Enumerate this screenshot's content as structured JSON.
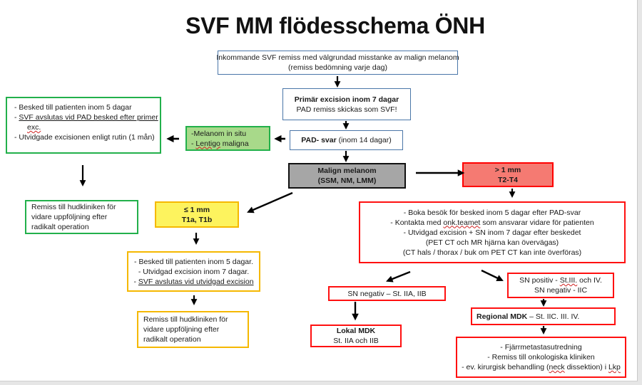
{
  "title": "SVF MM flödesschema ÖNH",
  "boxes": {
    "incoming": {
      "line1": "Inkommande SVF remiss med välgrundad misstanke av malign melanom",
      "line2": "(remiss bedömning varje dag)"
    },
    "primary_excision": {
      "line1": "Primär excision inom 7 dagar",
      "line2": "PAD remiss skickas som SVF!"
    },
    "pad_answer": {
      "bold": "PAD- svar",
      "rest": " (inom 14 dagar)"
    },
    "insitu": {
      "line1": "-Melanom in situ",
      "line2_prefix": "- ",
      "line2_squiggle": "Lentigo",
      "line2_rest": " maligna"
    },
    "insitu_actions": {
      "item1": "-   Besked till patienten inom 5 dagar",
      "item2_prefix": "-   ",
      "item2_underlined": "SVF avslutas vid PAD besked efter primer",
      "item2_cont": "exc.",
      "item3": "-  Utvidgade excisionen enligt rutin (1 mån)"
    },
    "insitu_referral": {
      "line1": "Remiss till hudkliniken för",
      "line2": "vidare uppföljning efter",
      "line3": "radikalt operation"
    },
    "malignant": {
      "line1": "Malign melanom",
      "line2": "(SSM, NM, LMM)"
    },
    "thin": {
      "line1": "≤ 1 mm",
      "line2": "T1a, T1b"
    },
    "thin_actions": {
      "item1": "- Besked till patienten inom 5 dagar.",
      "item2": "- Utvidgad excision inom 7 dagar.",
      "item3_prefix": "- ",
      "item3_underlined": "SVF avslutas vid utvidgad excision"
    },
    "thin_referral": {
      "line1": "Remiss till hudkliniken för",
      "line2": "vidare uppföljning efter",
      "line3": "radikalt operation"
    },
    "thick": {
      "line1": "> 1 mm",
      "line2": "T2-T4"
    },
    "thick_actions": {
      "item1": "-   Boka besök för besked inom 5 dagar efter PAD-svar",
      "item2_prefix": "-   Kontakta med ",
      "item2_squiggle": "onk.teamet",
      "item2_rest": " som ansvarar vidare för patienten",
      "item3": "-   Utvidgad excision + SN inom 7 dagar efter beskedet",
      "item4": "(PET CT och MR hjärna kan övervägas)",
      "item5": "(CT hals / thorax / buk om PET CT kan inte överföras)"
    },
    "sn_negative": {
      "text": "SN negativ – St. IIA, IIB"
    },
    "sn_positive": {
      "line1_prefix": "SN positiv -  ",
      "line1_squiggle": "St.III.",
      "line1_rest": " och IV.",
      "line2": "SN negativ - IIC"
    },
    "local_mdk": {
      "line1": "Lokal MDK",
      "line2": "St. IIA och IIB"
    },
    "regional_mdk": {
      "bold": "Regional MDK",
      "rest": "  –  St. IIC. III.  IV."
    },
    "final_actions": {
      "item1": "- Fjärrmetastasutredning",
      "item2": "- Remiss till onkologiska kliniken",
      "item3_prefix": "- ev. kirurgisk behandling (",
      "item3_squiggle": "neck",
      "item3_mid": " dissektion) i ",
      "item3_squiggle2": "Lkp"
    }
  },
  "colors": {
    "blue_border": "#4a76a8",
    "green_border": "#22b04b",
    "green_fill": "#a8d98a",
    "gray_fill": "#a6a6a6",
    "red_border": "#ff0000",
    "red_fill": "#f57a72",
    "yellow_border": "#f5b800",
    "yellow_fill": "#fdf35e"
  }
}
